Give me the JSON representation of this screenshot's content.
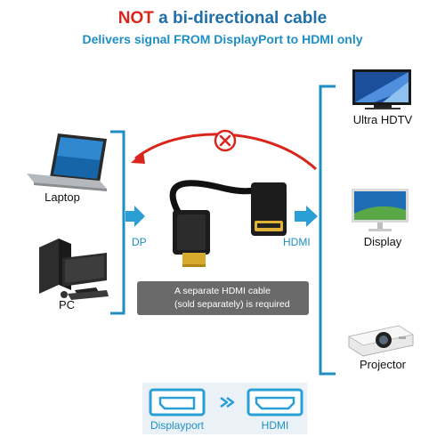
{
  "header": {
    "title_prefix": "NOT",
    "title_rest": " a bi-directional cable",
    "subtitle": "Delivers signal FROM DisplayPort to HDMI only"
  },
  "sources": [
    {
      "label": "Laptop",
      "icon": "laptop-icon"
    },
    {
      "label": "PC",
      "icon": "desktop-pc-icon"
    }
  ],
  "destinations": [
    {
      "label": "Ultra HDTV",
      "icon": "tv-icon"
    },
    {
      "label": "Display",
      "icon": "monitor-icon"
    },
    {
      "label": "Projector",
      "icon": "projector-icon"
    }
  ],
  "connector": {
    "input_label": "DP",
    "output_label": "HDMI",
    "blocked_icon": "x-circle-icon"
  },
  "note": {
    "line1": "A separate HDMI cable",
    "line2": "(sold separately) is required",
    "icon": "warning-icon"
  },
  "ports": {
    "from_label": "Displayport",
    "to_label": "HDMI",
    "arrow_icon": "double-chevron-right-icon"
  },
  "colors": {
    "accent_blue": "#1f8fc3",
    "warning_red": "#d9261c",
    "title_blue": "#1f6fa8"
  }
}
